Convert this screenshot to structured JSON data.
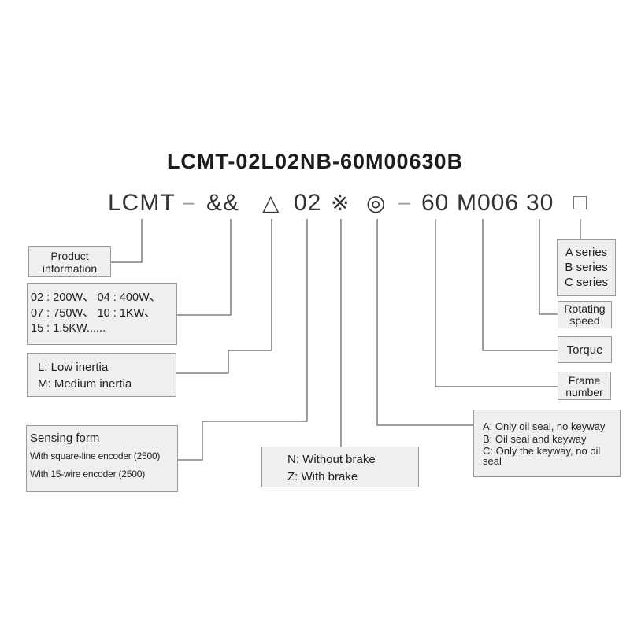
{
  "title": "LCMT-02L02NB-60M00630B",
  "code_segments": {
    "prefix": "LCMT",
    "dash1": "–",
    "power": "&&",
    "inertia": "△",
    "encoder": "02",
    "brake": "※",
    "shaft": "◎",
    "dash2": "–",
    "frame": "60",
    "torque": "M006",
    "speed": "30",
    "series": "□"
  },
  "boxes": {
    "product": [
      "Product",
      "information"
    ],
    "power": [
      "02 : 200W、 04 : 400W、",
      "07 : 750W、 10 : 1KW、",
      "15 : 1.5KW......"
    ],
    "inertia": [
      "L: Low inertia",
      "M: Medium inertia"
    ],
    "sensing": [
      "Sensing form",
      "With square-line encoder (2500)",
      "With 15-wire encoder (2500)"
    ],
    "brake": [
      "N:  Without brake",
      "Z:  With brake"
    ],
    "shaft": [
      "A: Only oil seal, no keyway",
      "B: Oil seal and keyway",
      "C: Only the keyway, no oil seal"
    ],
    "frame": [
      "Frame",
      "number"
    ],
    "torque": [
      "Torque"
    ],
    "speed": [
      "Rotating",
      "speed"
    ],
    "series": [
      "A series",
      "B series",
      "C series"
    ]
  }
}
